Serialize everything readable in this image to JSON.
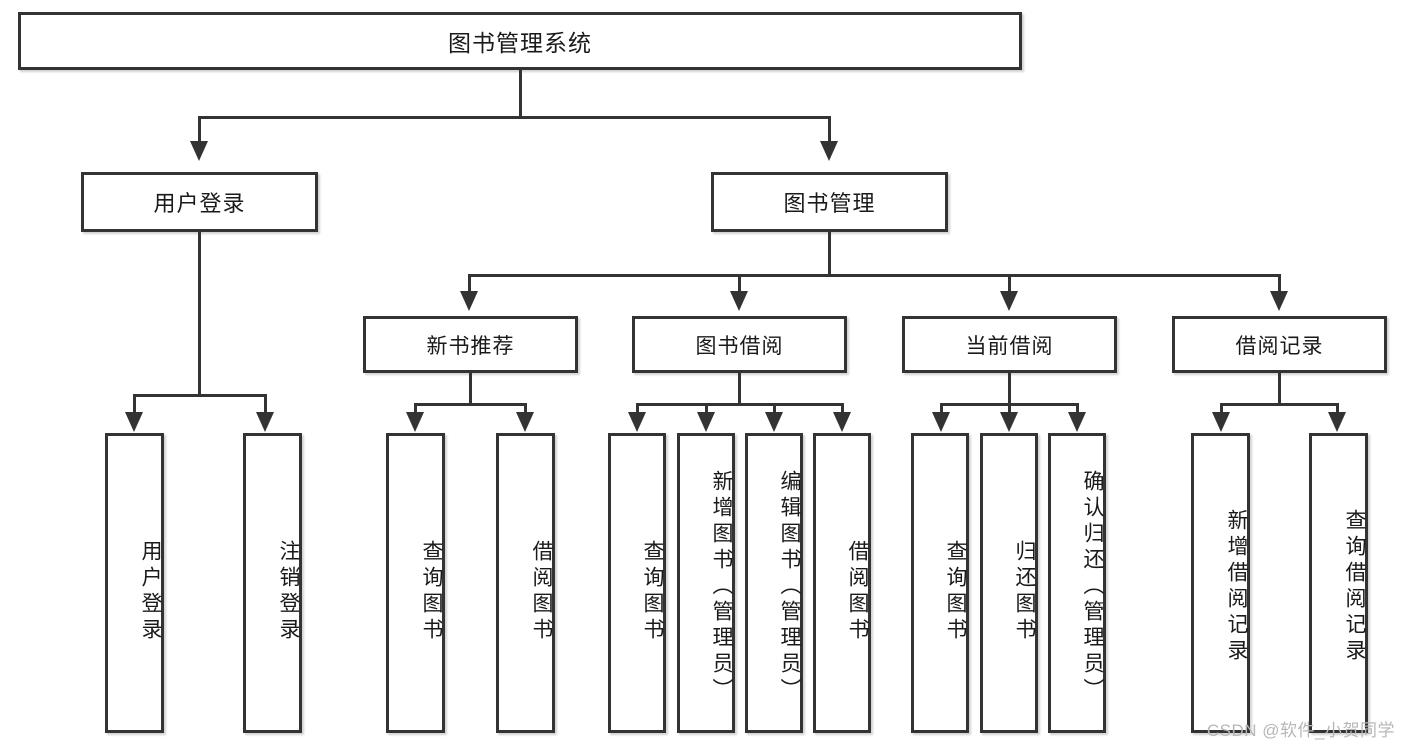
{
  "diagram": {
    "type": "tree-hierarchy",
    "title": "图书管理系统",
    "root": {
      "id": "root",
      "label": "图书管理系统"
    },
    "level2": [
      {
        "id": "user-login",
        "label": "用户登录"
      },
      {
        "id": "book-management",
        "label": "图书管理"
      }
    ],
    "level3": [
      {
        "id": "new-book-recommend",
        "label": "新书推荐",
        "parent": "book-management"
      },
      {
        "id": "book-borrow",
        "label": "图书借阅",
        "parent": "book-management"
      },
      {
        "id": "current-borrow",
        "label": "当前借阅",
        "parent": "book-management"
      },
      {
        "id": "borrow-record",
        "label": "借阅记录",
        "parent": "book-management"
      }
    ],
    "leaves": {
      "user-login": [
        {
          "id": "leaf-user-login",
          "label": "用户登录"
        },
        {
          "id": "leaf-logout-login",
          "label": "注销登录"
        }
      ],
      "new-book-recommend": [
        {
          "id": "leaf-query-book-1",
          "label": "查询图书"
        },
        {
          "id": "leaf-borrow-book-1",
          "label": "借阅图书"
        }
      ],
      "book-borrow": [
        {
          "id": "leaf-query-book-2",
          "label": "查询图书"
        },
        {
          "id": "leaf-add-book",
          "label": "新增图书（管理员）"
        },
        {
          "id": "leaf-edit-book",
          "label": "编辑图书（管理员）"
        },
        {
          "id": "leaf-borrow-book-2",
          "label": "借阅图书"
        }
      ],
      "current-borrow": [
        {
          "id": "leaf-query-book-3",
          "label": "查询图书"
        },
        {
          "id": "leaf-return-book",
          "label": "归还图书"
        },
        {
          "id": "leaf-confirm-return",
          "label": "确认归还（管理员）"
        }
      ],
      "borrow-record": [
        {
          "id": "leaf-add-record",
          "label": "新增借阅记录"
        },
        {
          "id": "leaf-query-record",
          "label": "查询借阅记录"
        }
      ]
    }
  },
  "watermark": {
    "text": "CSDN @软件_小贺同学"
  },
  "colors": {
    "border": "#333333",
    "background": "#ffffff",
    "text": "#1a1a1a",
    "watermark": "#b7b7b7"
  }
}
